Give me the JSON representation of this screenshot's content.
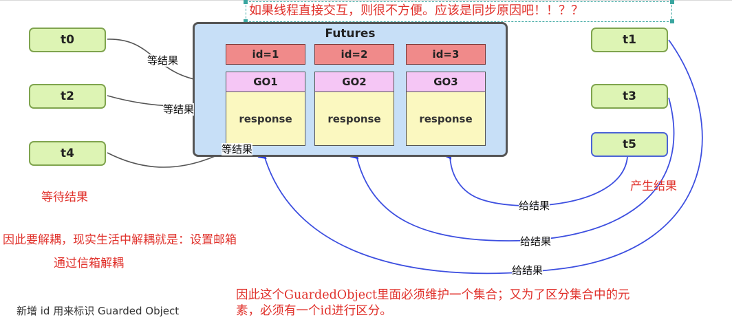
{
  "top_note": "如果线程直接交互，则很不方便。应该是同步原因吧！！？？",
  "futures": {
    "title": "Futures",
    "ids": [
      "id=1",
      "id=2",
      "id=3"
    ],
    "gos": [
      "GO1",
      "GO2",
      "GO3"
    ],
    "responses": [
      "response",
      "response",
      "response"
    ]
  },
  "threads": {
    "t0": "t0",
    "t2": "t2",
    "t4": "t4",
    "t1": "t1",
    "t3": "t3",
    "t5": "t5"
  },
  "edge_labels": {
    "wait": "等结果",
    "give": "给结果"
  },
  "notes": {
    "waiting": "等待结果",
    "producing": "产生结果",
    "decouple_line1": "因此要解耦，现实生活中解耦就是：设置邮箱",
    "decouple_line2": "通过信箱解耦",
    "collection_line1": "因此这个GuardedObject里面必须维护一个集合；又为了区分集合中的元",
    "collection_line2": "素，必须有一个id进行区分。",
    "bottom_caption": "新增 id 用来标识 Guarded Object"
  },
  "colors": {
    "thread_fill": "#ddf4b4",
    "futures_fill": "#c7dff7",
    "id_fill": "#f08a8a",
    "go_fill": "#f5c6f5",
    "response_fill": "#fbf8c0",
    "note_red": "#e0312b",
    "give_arrow": "#3d4fe0"
  }
}
